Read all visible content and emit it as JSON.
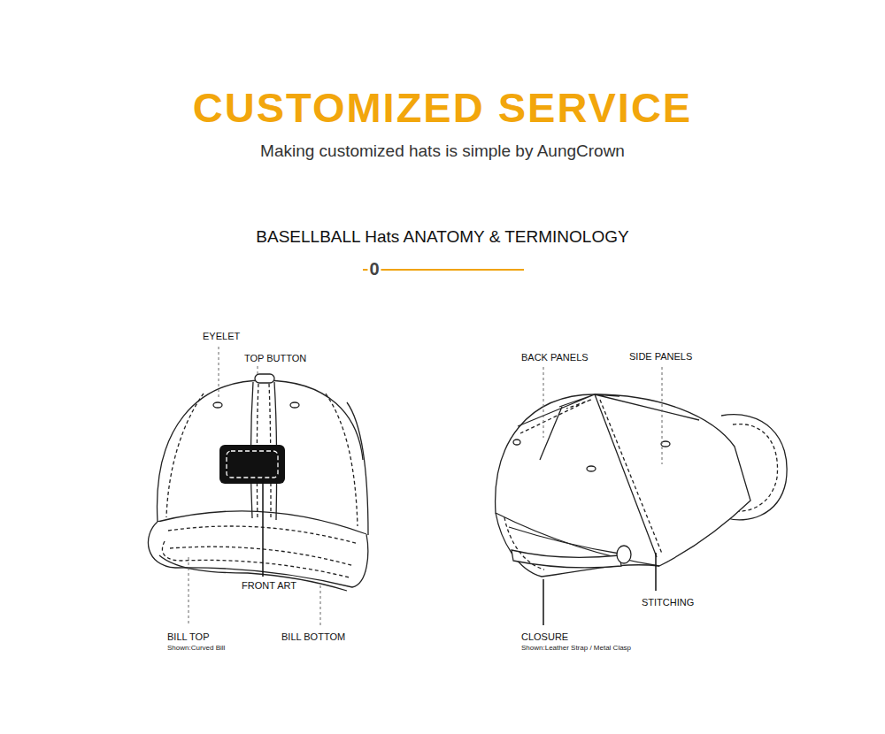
{
  "diagram": {
    "title": "CUSTOMIZED SERVICE",
    "labels": [
      "Making customized hats is simple by AungCrown",
      "BASELLBALL Hats ANATOMY & TERMINOLOGY",
      "0",
      "EYELET",
      "TOP BUTTON",
      "FRONT ART",
      "BILL TOP",
      "Shown:Curved Bill",
      "BILL BOTTOM",
      "BACK PANELS",
      "SIDE PANELS",
      "STITCHING",
      "CLOSURE",
      "Shown:Leather Strap / Metal Clasp"
    ]
  }
}
